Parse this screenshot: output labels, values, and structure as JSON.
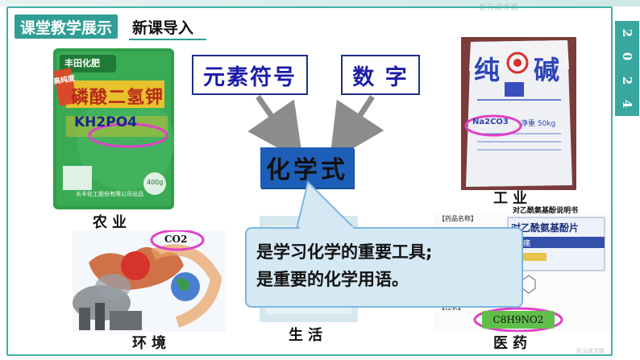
{
  "header": {
    "tag": "课堂教学展示",
    "title": "新课导入"
  },
  "sidebar": {
    "year": [
      "2",
      "0",
      "2",
      "4"
    ]
  },
  "watermark": {
    "top": "状元成才路",
    "bottom": "状元成才路"
  },
  "concepts": {
    "symbols": "元素符号",
    "digits": "数  字",
    "formula": "化学式"
  },
  "callout": {
    "line1": "是学习化学的重要工具;",
    "line2": "是重要的化学用语。"
  },
  "captions": {
    "agriculture": "农业",
    "industry": "工业",
    "environment": "环境",
    "life": "生活",
    "medicine": "医药"
  },
  "agri_bag": {
    "brand": "丰田化肥",
    "product": "磷酸二氢钾",
    "formula": "KH2PO4",
    "badge": "高纯度",
    "weight": "400g",
    "maker": "长丰化工股份有限公司出品"
  },
  "soda_bag": {
    "name1": "纯",
    "name2": "碱",
    "formula": "Na2CO3",
    "label": "净重 50kg"
  },
  "env": {
    "formula": "CO2"
  },
  "medicine": {
    "header": "对乙酰氨基酚说明书",
    "box_title": "对乙酰氨基酚片",
    "section1": "【药品名称】",
    "section2": "【性状】",
    "tag": "镇痛",
    "formula": "C8H9NO2"
  },
  "colors": {
    "accent": "#2f9e95",
    "concept_text": "#1c1ca8",
    "formula_box": "#1d5fb8",
    "highlight_ellipse": "#e040c8",
    "callout_bg": "#d5e9f5"
  }
}
